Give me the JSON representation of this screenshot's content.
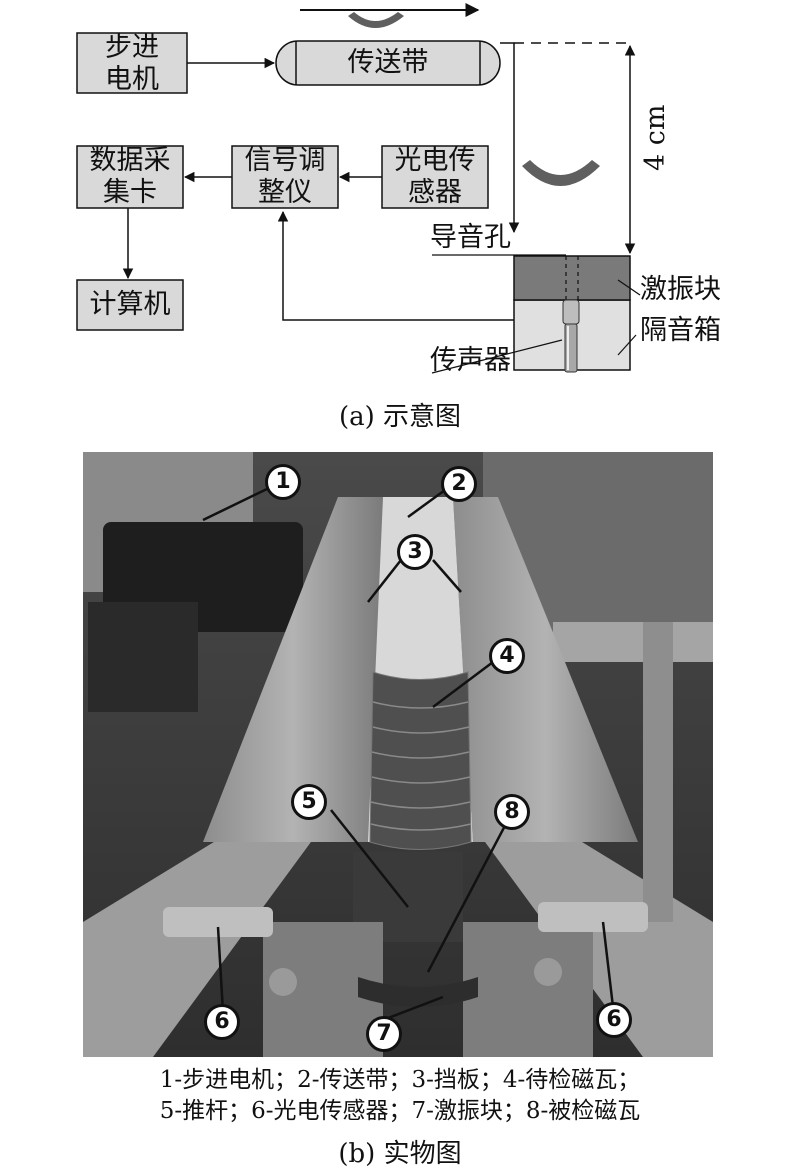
{
  "schematic": {
    "blocks": {
      "stepper_motor": "步进\n电机",
      "conveyor": "传送带",
      "daq_card": "数据采\n集卡",
      "signal_conditioner": "信号调\n整仪",
      "photo_sensor": "光电传\n感器",
      "computer": "计算机"
    },
    "labels": {
      "sound_hole": "导音孔",
      "exciter_block": "激振块",
      "sound_box": "隔音箱",
      "microphone": "传声器",
      "drop_height": "4 cm"
    },
    "caption": "(a) 示意图"
  },
  "photo": {
    "callouts": [
      "1",
      "2",
      "3",
      "4",
      "5",
      "6",
      "6",
      "7",
      "8"
    ],
    "legend_line1": "1-步进电机；2-传送带；3-挡板；4-待检磁瓦；",
    "legend_line2": "5-推杆；6-光电传感器；7-激振块；8-被检磁瓦",
    "caption": "(b) 实物图"
  },
  "colors": {
    "box_fill": "#d9d9d9",
    "exciter_fill": "#7a7a7a",
    "tile_fill": "#5f5f5f"
  }
}
